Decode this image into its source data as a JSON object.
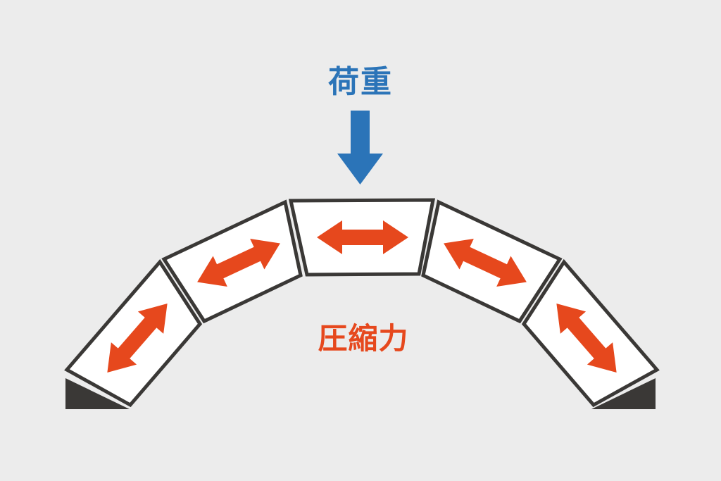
{
  "palette": {
    "background": "#ececec",
    "block_fill": "#ffffff",
    "block_stroke": "#3a3836",
    "support_dark": "#3a3836",
    "load_blue": "#2b74b8",
    "compression_orange": "#e6481d"
  },
  "diagram": {
    "load_label": "荷重",
    "compression_label": "圧縮力"
  },
  "icons": {
    "load_arrow": "down-arrow",
    "compression_arrow": "double-headed-arrow"
  }
}
